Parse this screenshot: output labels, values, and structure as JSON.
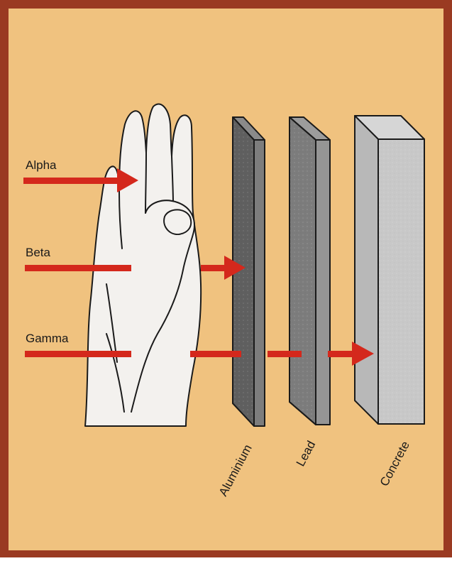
{
  "colors": {
    "border": "#9a3a22",
    "background": "#f0c27f",
    "arrow": "#d4281c",
    "aluminium": "#6f6f6f",
    "lead": "#8c8c8c",
    "concrete": "#c2c2c2",
    "hand": "#f3f1ee"
  },
  "radiation": {
    "alpha": "Alpha",
    "beta": "Beta",
    "gamma": "Gamma"
  },
  "barriers": {
    "aluminium": "Aluminium",
    "lead": "Lead",
    "concrete": "Concrete"
  },
  "icons": [
    "hand-icon",
    "arrow-icon"
  ]
}
